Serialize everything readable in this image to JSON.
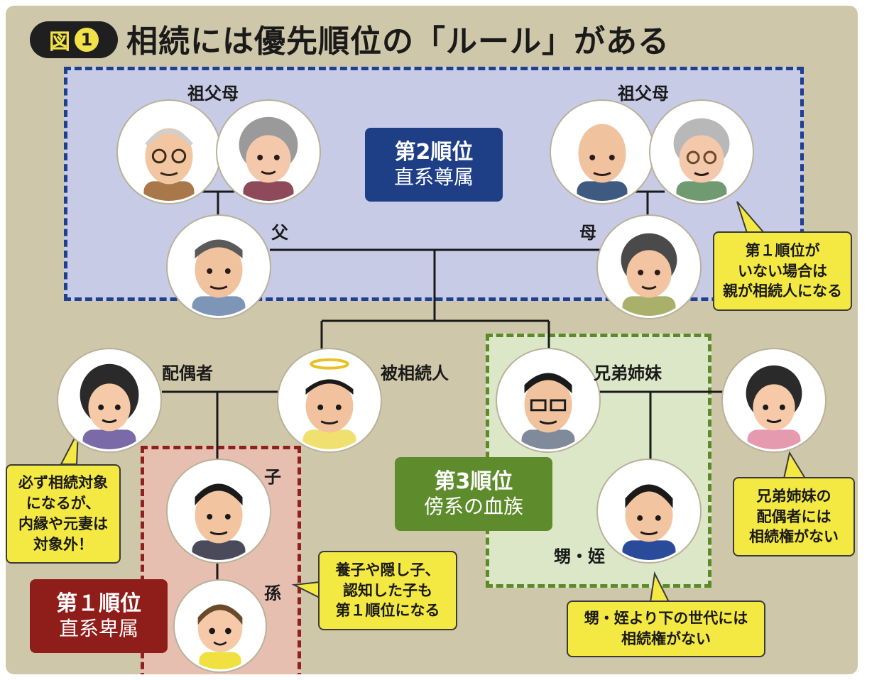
{
  "header": {
    "fig_label": "図",
    "fig_number": "1",
    "title": "相続には優先順位の「ルール」がある"
  },
  "labels": {
    "grandparents_left": "祖父母",
    "grandparents_right": "祖父母",
    "father": "父",
    "mother": "母",
    "spouse": "配偶者",
    "deceased": "被相続人",
    "siblings": "兄弟姉妹",
    "child": "子",
    "grandchild": "孫",
    "nephew_niece": "甥・姪"
  },
  "ranks": {
    "second": {
      "title": "第2順位",
      "subtitle": "直系尊属"
    },
    "third": {
      "title": "第3順位",
      "subtitle": "傍系の血族"
    },
    "first": {
      "title": "第１順位",
      "subtitle": "直系卑属"
    }
  },
  "callouts": {
    "parents": {
      "l1": "第１順位が",
      "l2": "いない場合は",
      "l3": "親が相続人になる"
    },
    "spouse": {
      "l1": "必ず相続対象",
      "l2": "になるが、",
      "l3": "内縁や元妻は",
      "l4": "対象外！"
    },
    "adopted": {
      "l1": "養子や隠し子、",
      "l2": "認知した子も",
      "l3": "第１順位になる"
    },
    "sibling_spouse": {
      "l1": "兄弟姉妹の",
      "l2": "配偶者には",
      "l3": "相続権がない"
    },
    "nephew": {
      "l1": "甥・姪より下の世代には",
      "l2": "相続権がない"
    }
  },
  "colors": {
    "background": "#cfc7a9",
    "rank1": "#8f1d1a",
    "rank2": "#1e3e86",
    "rank3": "#5e8c2c",
    "callout": "#f4e842"
  }
}
